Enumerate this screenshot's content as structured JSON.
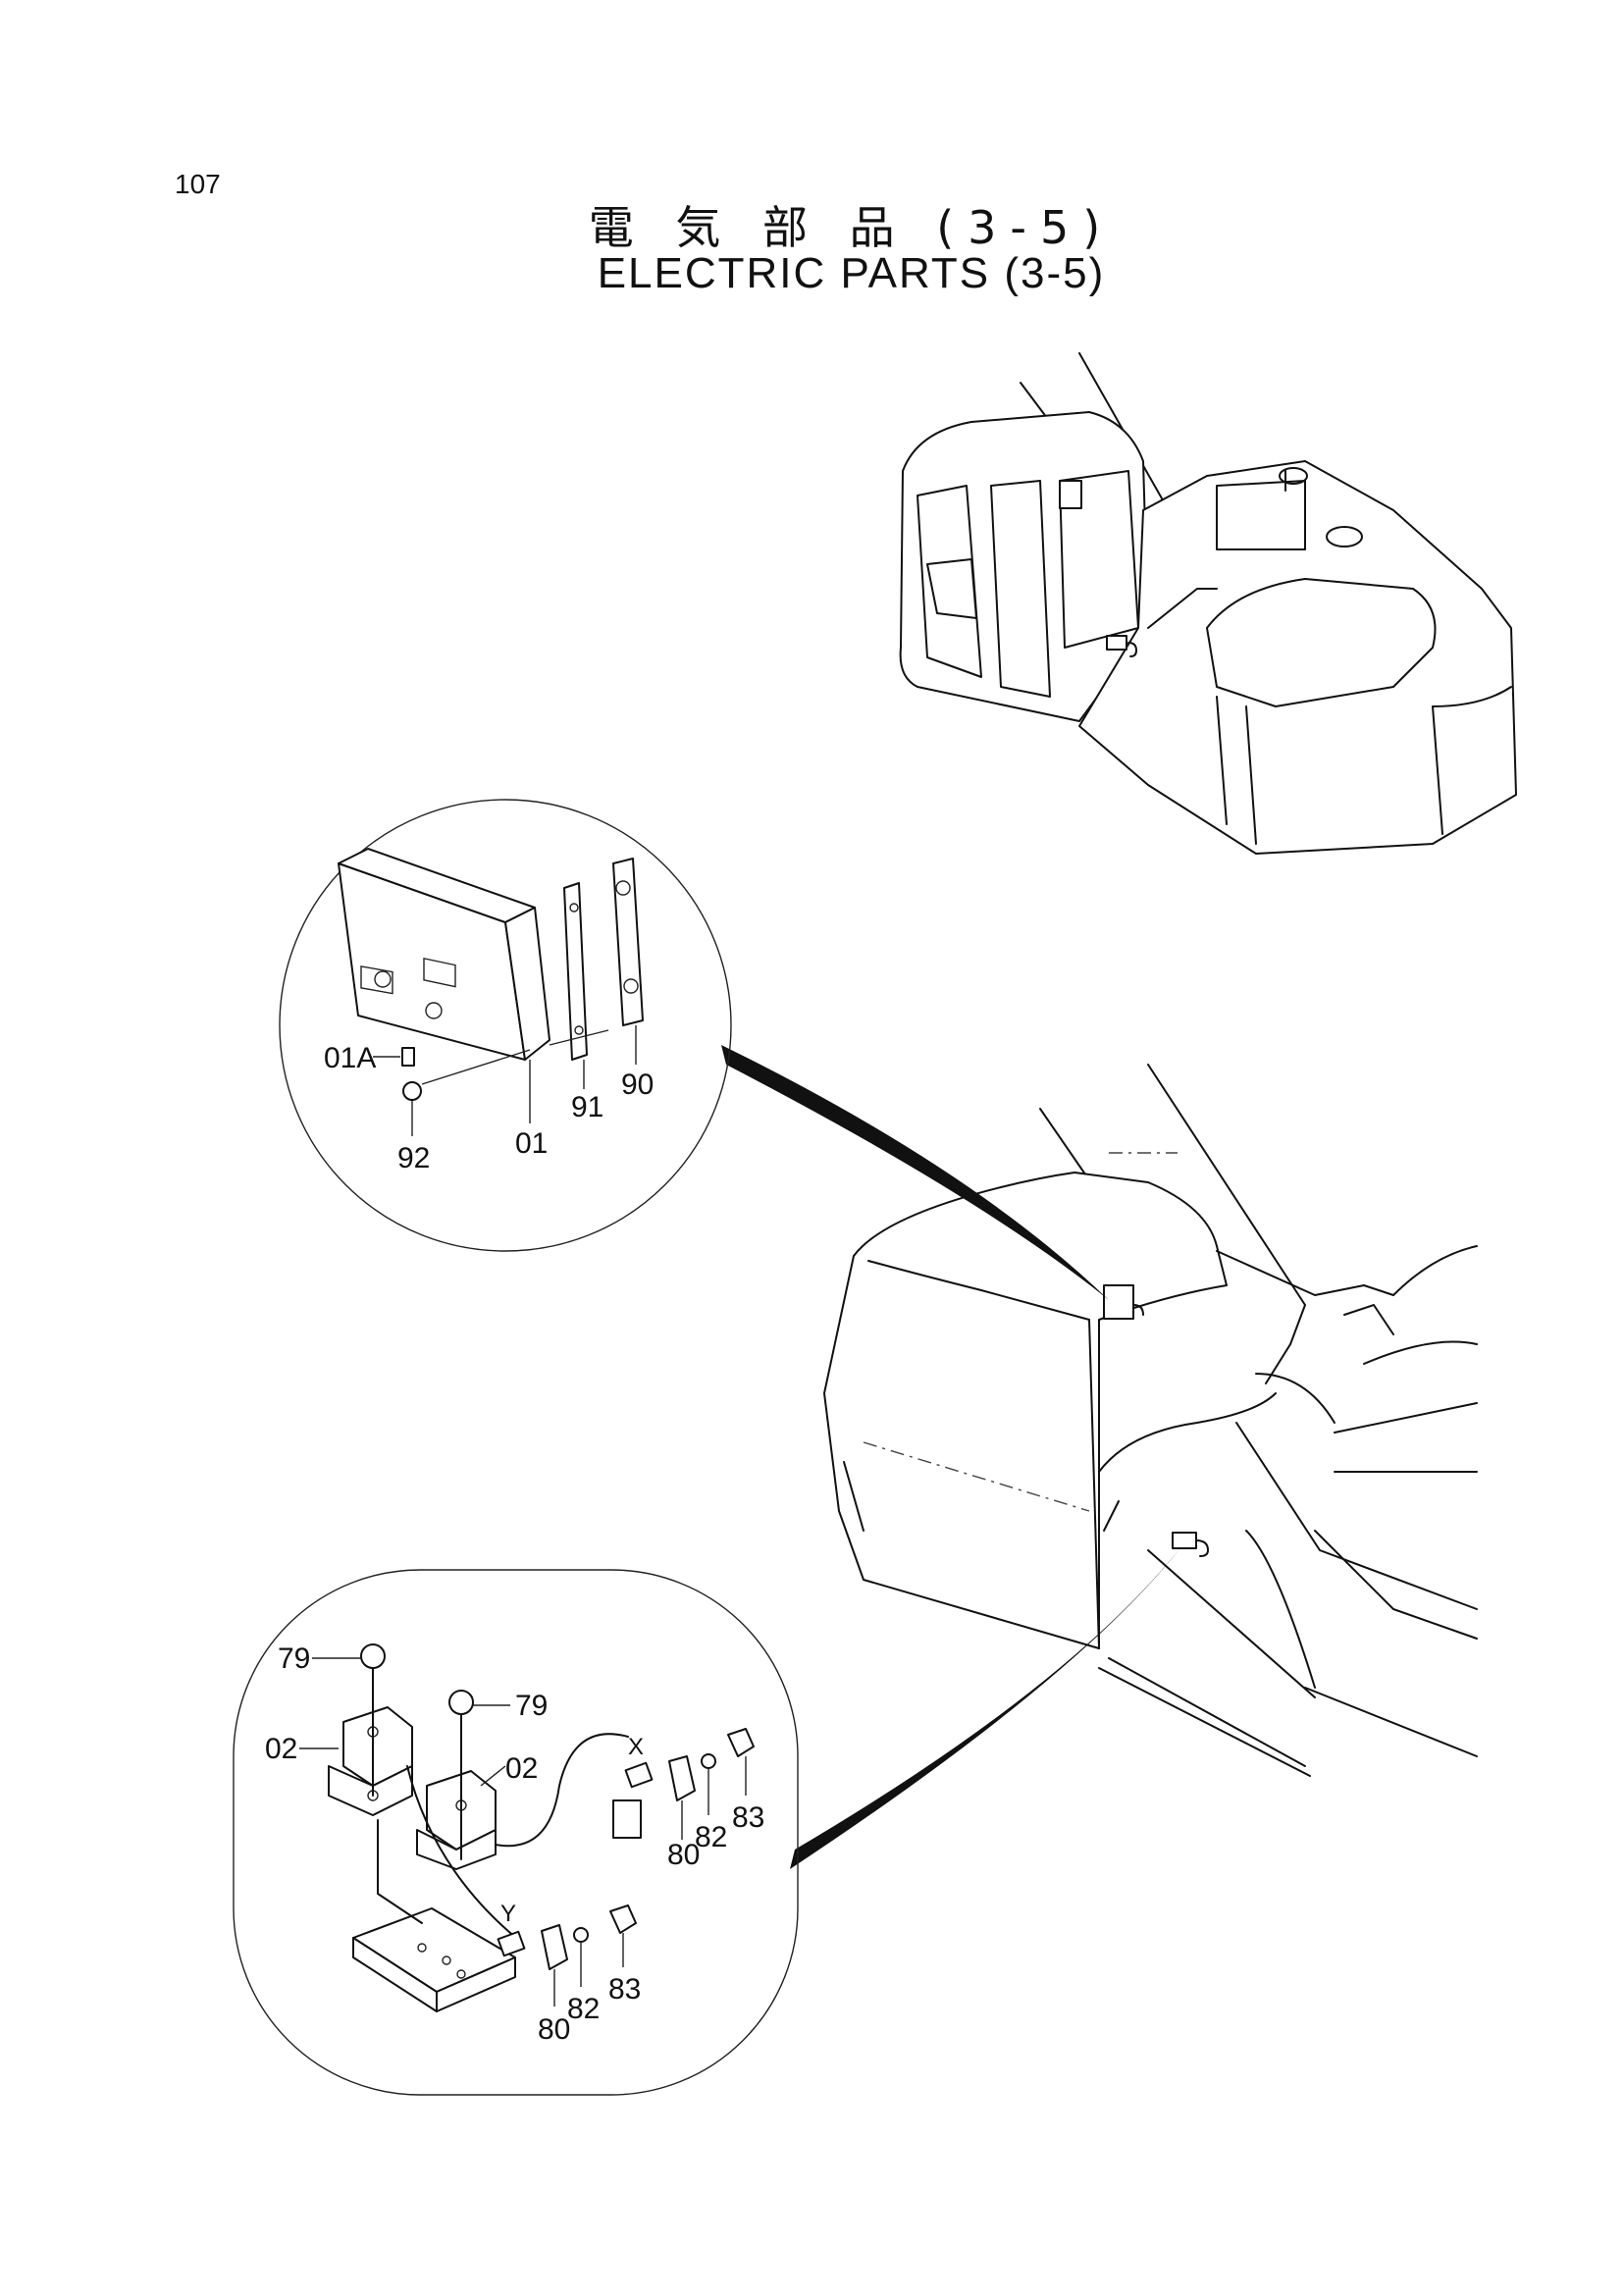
{
  "header": {
    "page_number": "107",
    "title_jp": "電 気 部 品 (3-5)",
    "title_en": "ELECTRIC PARTS (3-5)"
  },
  "upper_detail": {
    "labels": [
      "01A",
      "92",
      "01",
      "91",
      "90"
    ]
  },
  "lower_detail": {
    "labels": [
      "79",
      "79",
      "02",
      "02",
      "X",
      "Y",
      "83",
      "82",
      "80",
      "83",
      "82",
      "80"
    ]
  }
}
